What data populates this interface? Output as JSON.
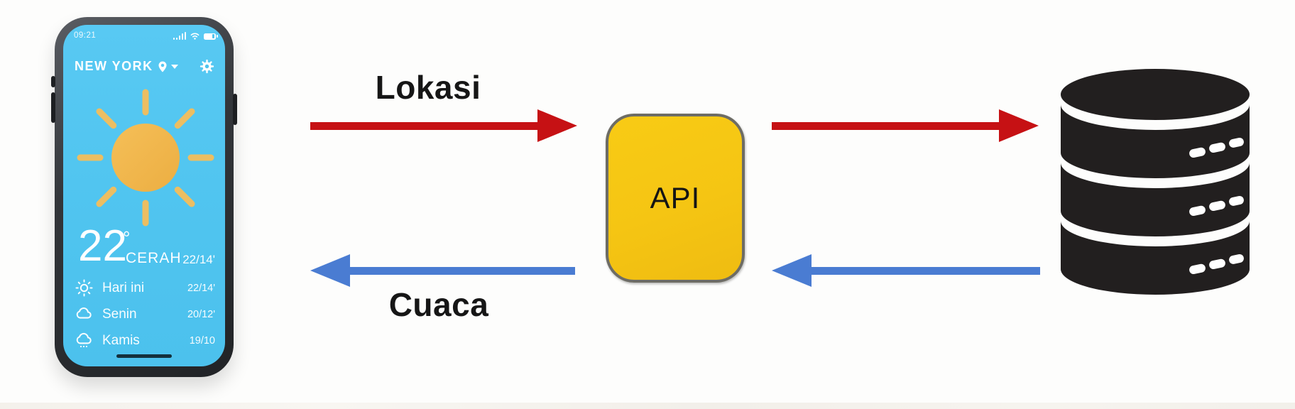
{
  "diagram": {
    "request_label": "Lokasi",
    "response_label": "Cuaca",
    "api_label": "API",
    "colors": {
      "request_arrow": "#c61114",
      "response_arrow": "#4a7cd2",
      "api_box_fill": "#f5c513",
      "api_box_border": "#6d6c65",
      "database_icon": "#221f1f",
      "label_text": "#161616",
      "phone_screen_blue": "#4fc4ef",
      "sun_orange": "#f2b84e"
    },
    "icons": {
      "database": "database-cylinder-icon",
      "phone": "smartphone-weather-app"
    }
  },
  "phone": {
    "status_bar": {
      "time": "09:21",
      "signal_icon": "signal-bars-icon",
      "wifi_icon": "wifi-icon",
      "battery_icon": "battery-icon"
    },
    "header": {
      "city": "NEW YORK",
      "location_icon": "location-pin-icon",
      "dropdown_icon": "chevron-down-icon",
      "settings_icon": "gear-icon"
    },
    "current": {
      "temperature": "22",
      "degree_symbol": "°",
      "condition": "CERAH",
      "range": "22/14'"
    },
    "forecast": [
      {
        "icon": "sun-outline-icon",
        "label": "Hari ini",
        "range": "22/14'"
      },
      {
        "icon": "cloud-icon",
        "label": "Senin",
        "range": "20/12'"
      },
      {
        "icon": "rain-cloud-icon",
        "label": "Kamis",
        "range": "19/10"
      }
    ]
  }
}
